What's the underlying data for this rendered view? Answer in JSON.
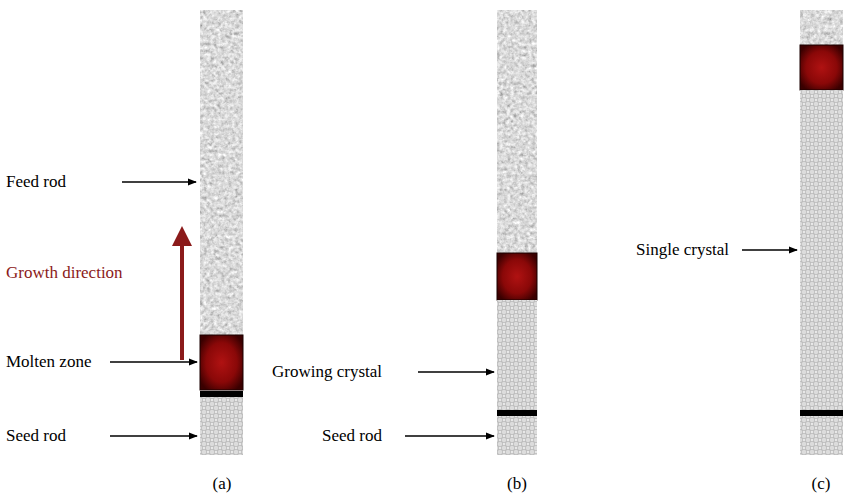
{
  "diagram": {
    "labels": [
      "Feed rod",
      "Growth direction",
      "Molten zone",
      "Seed rod",
      "(a)",
      "Growing crystal",
      "Seed rod",
      "(b)",
      "Single crystal",
      "(c)"
    ]
  }
}
